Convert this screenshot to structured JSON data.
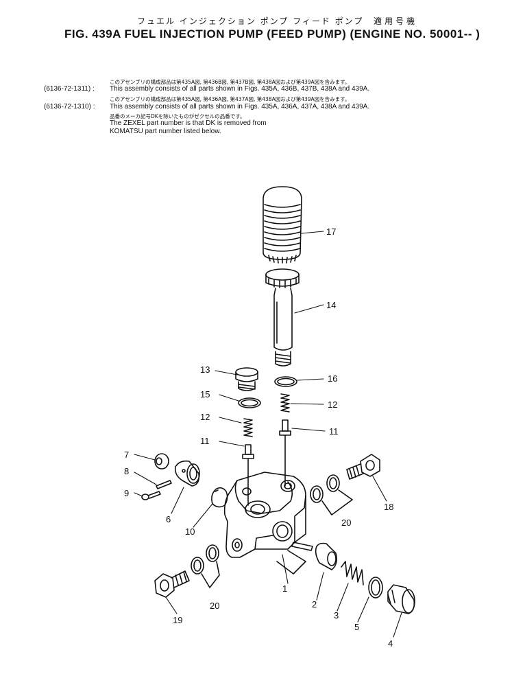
{
  "header": {
    "jp_title": "フュエル インジェクション ポンプ  フィード ポンプ",
    "jp_apply": "適用号機",
    "fig_title": "FIG. 439A  FUEL  INJECTION  PUMP  (FEED  PUMP)  (ENGINE  NO. 50001-- )"
  },
  "notes": [
    {
      "code": "(6136-72-1311) :",
      "jp": "このアセンブリの構成部品は第435A図, 第436B図, 第437B図, 第438A図および第439A図を含みます。",
      "en": "This assembly consists of all parts shown in Figs. 435A, 436B, 437B, 438A and 439A."
    },
    {
      "code": "(6136-72-1310) :",
      "jp": "このアセンブリの構成部品は第435A図, 第436A図, 第437A図, 第438A図および第439A図を含みます。",
      "en": "This assembly consists of all parts shown in Figs. 435A, 436A, 437A, 438A and 439A."
    }
  ],
  "zexel_note": {
    "jp": "品番のメーカ記号DKを除いたものがゼクセルの品番です。",
    "line1": "The ZEXEL part number is that DK is removed from",
    "line2": "KOMATSU part number listed below."
  },
  "callouts": {
    "c17": "17",
    "c14": "14",
    "c13": "13",
    "c16": "16",
    "c15": "15",
    "c12a": "12",
    "c12b": "12",
    "c11a": "11",
    "c11b": "11",
    "c7": "7",
    "c8": "8",
    "c9": "9",
    "c6": "6",
    "c10": "10",
    "c18": "18",
    "c20a": "20",
    "c20b": "20",
    "c1": "1",
    "c2": "2",
    "c3": "3",
    "c5": "5",
    "c4": "4",
    "c19": "19"
  }
}
